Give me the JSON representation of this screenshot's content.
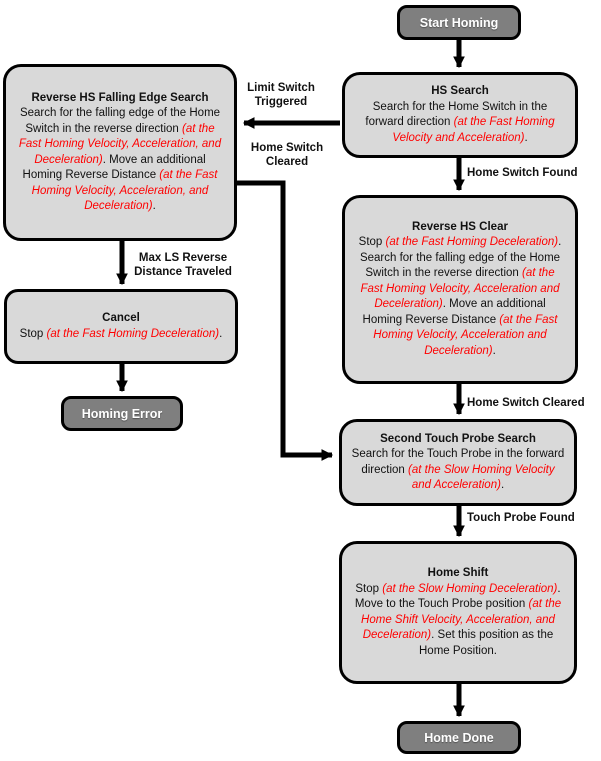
{
  "colors": {
    "node_fill": "#d9d9d9",
    "terminal_fill": "#7f7f7f",
    "border": "#000000",
    "emphasis_red": "#ff0000",
    "text": "#111111"
  },
  "nodes": {
    "start_homing": {
      "label": "Start Homing"
    },
    "hs_search": {
      "title": "HS Search",
      "body": [
        {
          "text": "Search for the Home Switch in the forward direction ",
          "red": false
        },
        {
          "text": "(at the Fast Homing Velocity and Acceleration)",
          "red": true
        },
        {
          "text": ".",
          "red": false
        }
      ]
    },
    "reverse_hs_falling_edge_search": {
      "title": "Reverse HS Falling Edge Search",
      "body": [
        {
          "text": "Search for the falling edge of the Home Switch in the reverse direction ",
          "red": false
        },
        {
          "text": "(at the Fast Homing Velocity, Acceleration, and Deceleration)",
          "red": true
        },
        {
          "text": ". Move an additional Homing Reverse Distance ",
          "red": false
        },
        {
          "text": "(at the Fast Homing Velocity, Acceleration, and Deceleration)",
          "red": true
        },
        {
          "text": ".",
          "red": false
        }
      ]
    },
    "reverse_hs_clear": {
      "title": "Reverse HS Clear",
      "body": [
        {
          "text": "Stop ",
          "red": false
        },
        {
          "text": "(at the Fast Homing Deceleration)",
          "red": true
        },
        {
          "text": ". Search for the falling edge of the Home Switch in the reverse direction ",
          "red": false
        },
        {
          "text": "(at the Fast Homing Velocity, Acceleration and Deceleration)",
          "red": true
        },
        {
          "text": ". Move an additional Homing Reverse Distance ",
          "red": false
        },
        {
          "text": "(at the Fast Homing Velocity, Acceleration and Deceleration)",
          "red": true
        },
        {
          "text": ".",
          "red": false
        }
      ]
    },
    "cancel": {
      "title": "Cancel",
      "body": [
        {
          "text": "Stop ",
          "red": false
        },
        {
          "text": "(at the Fast Homing Deceleration)",
          "red": true
        },
        {
          "text": ".",
          "red": false
        }
      ]
    },
    "homing_error": {
      "label": "Homing Error"
    },
    "second_touch_probe_search": {
      "title": "Second Touch Probe Search",
      "body": [
        {
          "text": "Search for the Touch Probe in the forward direction ",
          "red": false
        },
        {
          "text": "(at the Slow Homing Velocity and Acceleration)",
          "red": true
        },
        {
          "text": ".",
          "red": false
        }
      ]
    },
    "home_shift": {
      "title": "Home Shift",
      "body": [
        {
          "text": "Stop ",
          "red": false
        },
        {
          "text": "(at the Slow Homing Deceleration)",
          "red": true
        },
        {
          "text": ". Move to the Touch Probe position ",
          "red": false
        },
        {
          "text": "(at the Home Shift Velocity, Acceleration, and Deceleration)",
          "red": true
        },
        {
          "text": ". Set this position as the Home Position.",
          "red": false
        }
      ]
    },
    "home_done": {
      "label": "Home Done"
    }
  },
  "edge_labels": {
    "limit_switch_triggered": "Limit Switch Triggered",
    "home_switch_cleared_left": "Home Switch Cleared",
    "home_switch_found": "Home Switch Found",
    "home_switch_cleared_right": "Home Switch Cleared",
    "max_ls_reverse_distance_traveled": "Max LS Reverse Distance Traveled",
    "touch_probe_found": "Touch Probe Found"
  }
}
